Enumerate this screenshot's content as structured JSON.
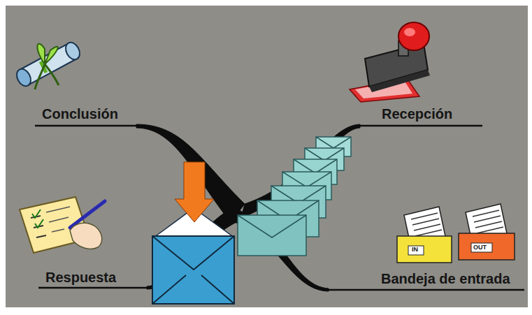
{
  "diagram": {
    "labels": [
      "Conclusión",
      "Recepción",
      "Respuesta",
      "Bandeja de entrada",
      "IN",
      "OUT"
    ]
  }
}
